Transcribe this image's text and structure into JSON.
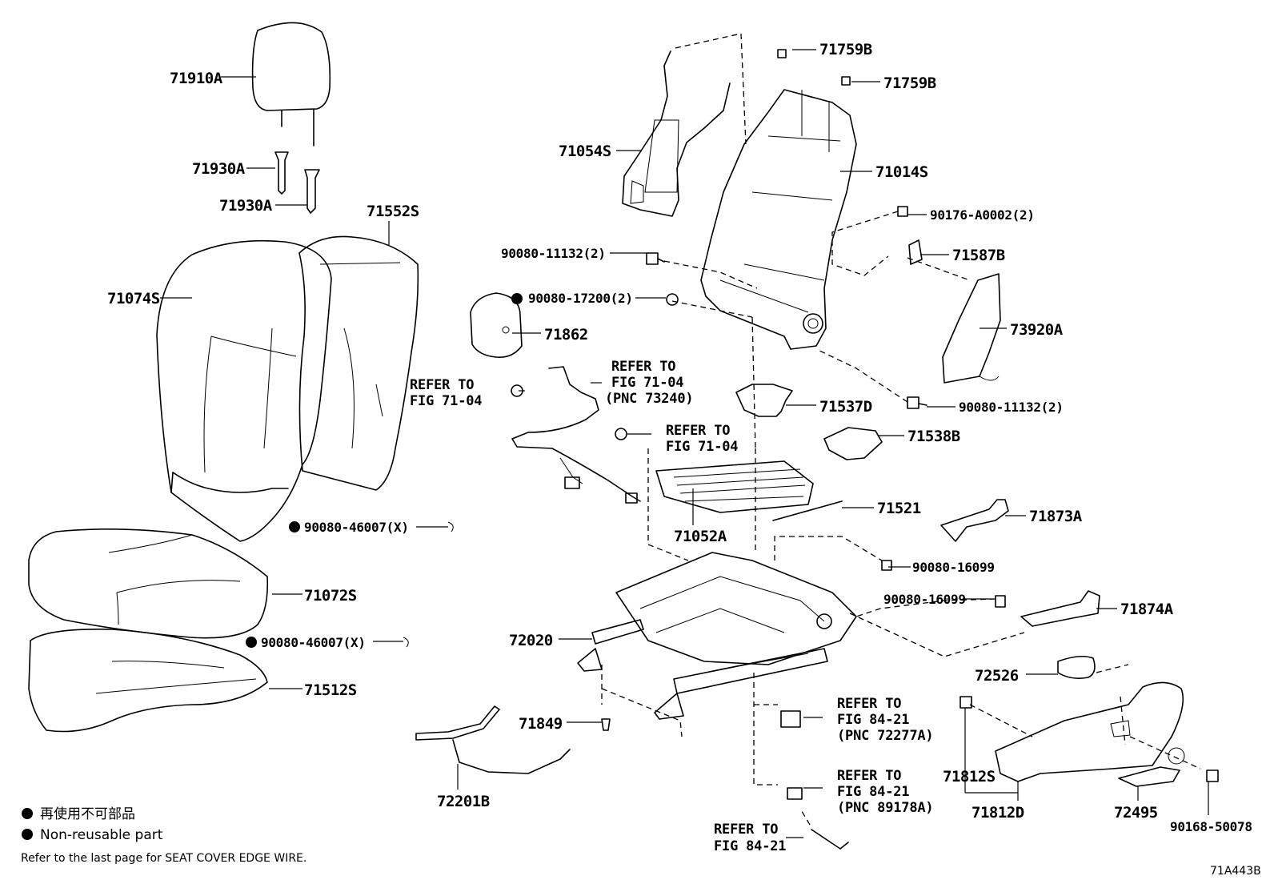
{
  "diagram_id": "71A443B",
  "parts": {
    "p71910A": "71910A",
    "p71930A_1": "71930A",
    "p71930A_2": "71930A",
    "p71552S": "71552S",
    "p71074S": "71074S",
    "p71072S": "71072S",
    "p71512S": "71512S",
    "p90080_46007_a": "90080-46007(X)",
    "p90080_46007_b": "90080-46007(X)",
    "p71054S": "71054S",
    "p71759B_1": "71759B",
    "p71759B_2": "71759B",
    "p71014S": "71014S",
    "p90176": "90176-A0002(2)",
    "p90080_11132_a": "90080-11132(2)",
    "p71587B": "71587B",
    "p90080_17200": "90080-17200(2)",
    "p71862": "71862",
    "p73920A": "73920A",
    "p90080_11132_b": "90080-11132(2)",
    "p71537D": "71537D",
    "p71538B": "71538B",
    "p71052A": "71052A",
    "p71521": "71521",
    "p71873A": "71873A",
    "p90080_16099_a": "90080-16099",
    "p90080_16099_b": "90080-16099",
    "p71874A": "71874A",
    "p72020": "72020",
    "p72526": "72526",
    "p71849": "71849",
    "p72201B": "72201B",
    "p71812S": "71812S",
    "p71812D": "71812D",
    "p72495": "72495",
    "p90168": "90168-50078"
  },
  "refs": {
    "r1_l1": "REFER TO",
    "r1_l2": "FIG 71-04",
    "r1_l3": "(PNC 73240)",
    "r2_l1": "REFER TO",
    "r2_l2": "FIG 71-04",
    "r3_l1": "REFER TO",
    "r3_l2": "FIG 71-04",
    "r4_l1": "REFER TO",
    "r4_l2": "FIG 84-21",
    "r4_l3": "(PNC 72277A)",
    "r5_l1": "REFER TO",
    "r5_l2": "FIG 84-21",
    "r5_l3": "(PNC 89178A)",
    "r6_l1": "REFER TO",
    "r6_l2": "FIG 84-21"
  },
  "legend": {
    "jp": "再使用不可部品",
    "en": "Non-reusable part",
    "note": "Refer to the last page for SEAT COVER EDGE WIRE."
  }
}
